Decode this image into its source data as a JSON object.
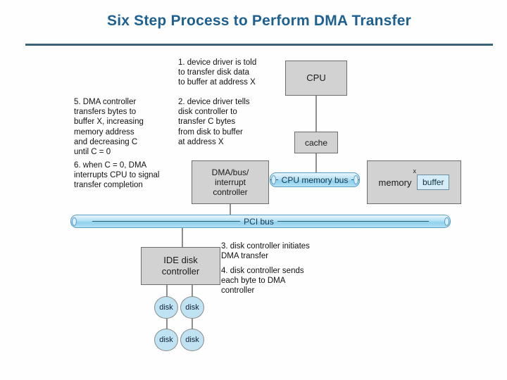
{
  "slide": {
    "title": "Six Step Process to Perform DMA Transfer",
    "title_color": "#1e6191",
    "rule_color": "#3b6378",
    "background": "#ffffff"
  },
  "diagram": {
    "steps": [
      {
        "id": "step-1",
        "number": "1.",
        "text": "1. device driver is told\n     to transfer disk data\n     to buffer at address X"
      },
      {
        "id": "step-2",
        "number": "2.",
        "text": "2. device driver tells\n     disk controller to\n     transfer C bytes\n     from disk to buffer\n     at address X"
      },
      {
        "id": "step-3",
        "number": "3.",
        "text": "3. disk controller initiates\n     DMA transfer"
      },
      {
        "id": "step-4",
        "number": "4.",
        "text": "4. disk controller sends\n     each byte to DMA\n     controller"
      },
      {
        "id": "step-5",
        "number": "5.",
        "text": "5. DMA controller\n     transfers bytes to\n     buffer X, increasing\n     memory address\n     and decreasing C\n     until C = 0"
      },
      {
        "id": "step-6",
        "number": "6.",
        "text": "6. when C = 0, DMA\n     interrupts CPU to signal\n     transfer completion"
      }
    ],
    "components": {
      "cpu": "CPU",
      "cache": "cache",
      "dma_controller": "DMA/bus/\ninterrupt\ncontroller",
      "memory": "memory",
      "buffer": "buffer",
      "buffer_superscript": "x",
      "ide_controller": "IDE disk\ncontroller"
    },
    "buses": {
      "cpu_memory_bus": "CPU memory bus",
      "pci_bus": "PCI bus",
      "bus_color": "#8fd1ef"
    },
    "disks": [
      {
        "label": "disk"
      },
      {
        "label": "disk"
      },
      {
        "label": "disk"
      },
      {
        "label": "disk"
      }
    ],
    "box_fill": "#d2d2d2",
    "box_border": "#6d6d6d"
  }
}
